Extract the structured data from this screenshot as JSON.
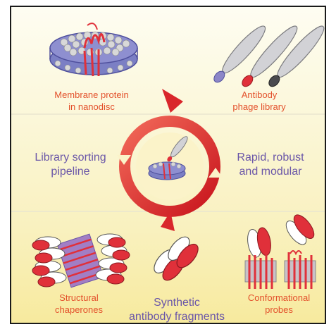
{
  "labels": {
    "membrane_protein": "Membrane protein\nin nanodisc",
    "phage_library": "Antibody\nphage library",
    "library_sorting": "Library sorting\npipeline",
    "rapid_robust": "Rapid, robust\nand modular",
    "structural_chaperones": "Structural\nchaperones",
    "synthetic_fragments": "Synthetic\nantibody fragments",
    "conformational_probes": "Conformational\nprobes"
  },
  "colors": {
    "accent_red": "#e3502b",
    "accent_purple": "#6a56a8",
    "cycle_red": "#d9262b",
    "background_yellow": "#f9f1bf",
    "membrane_blue": "#7b7fc4",
    "antibody_gray": "#c8c8cc"
  }
}
